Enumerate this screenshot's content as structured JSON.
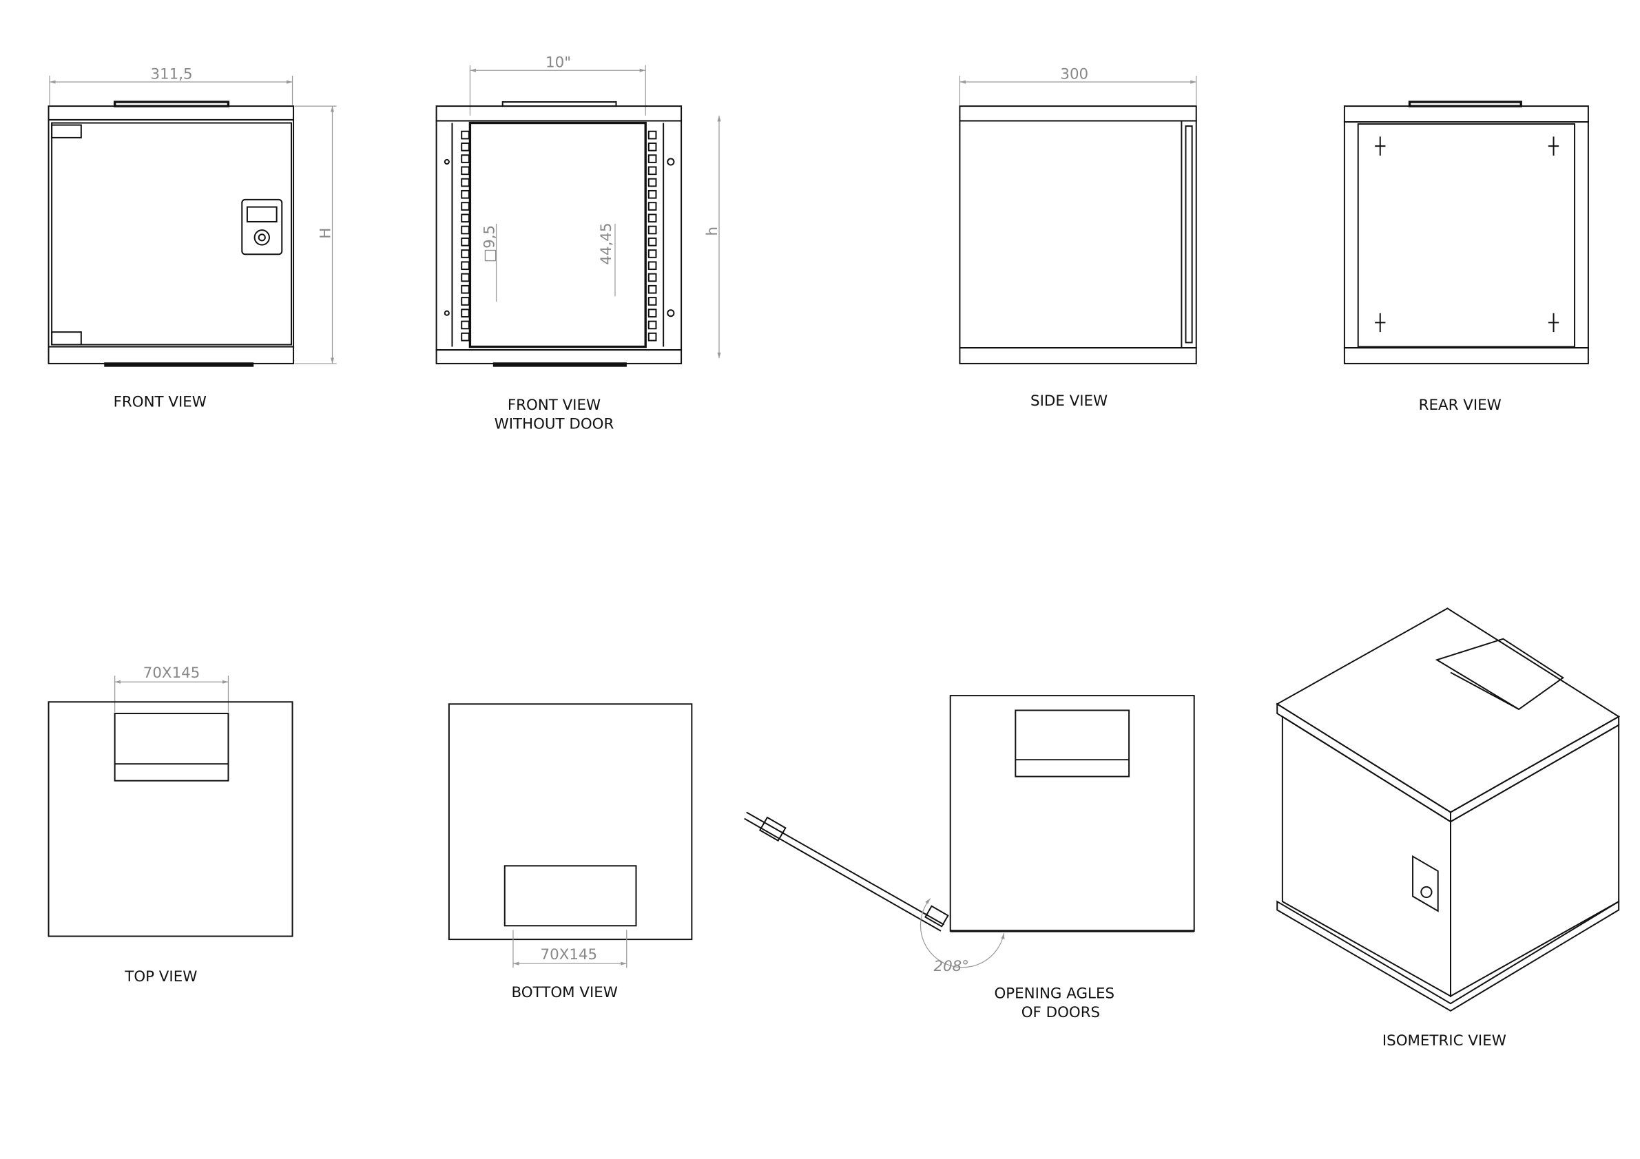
{
  "views": {
    "front": {
      "label": "FRONT VIEW",
      "width_dim": "311,5",
      "height_dim": "H"
    },
    "front_no_door": {
      "label_line1": "FRONT VIEW",
      "label_line2": "WITHOUT DOOR",
      "width_dim": "10\"",
      "height_dim": "h",
      "hole_dim": "□9,5",
      "pitch_dim": "44,45"
    },
    "side": {
      "label": "SIDE VIEW",
      "depth_dim": "300"
    },
    "rear": {
      "label": "REAR VIEW"
    },
    "top": {
      "label": "TOP VIEW",
      "vent_dim": "70X145"
    },
    "bottom": {
      "label": "BOTTOM VIEW",
      "vent_dim": "70X145"
    },
    "opening": {
      "label_line1": "OPENING AGLES",
      "label_line2": "OF DOORS",
      "angle": "208°"
    },
    "isometric": {
      "label": "ISOMETRIC VIEW"
    }
  }
}
